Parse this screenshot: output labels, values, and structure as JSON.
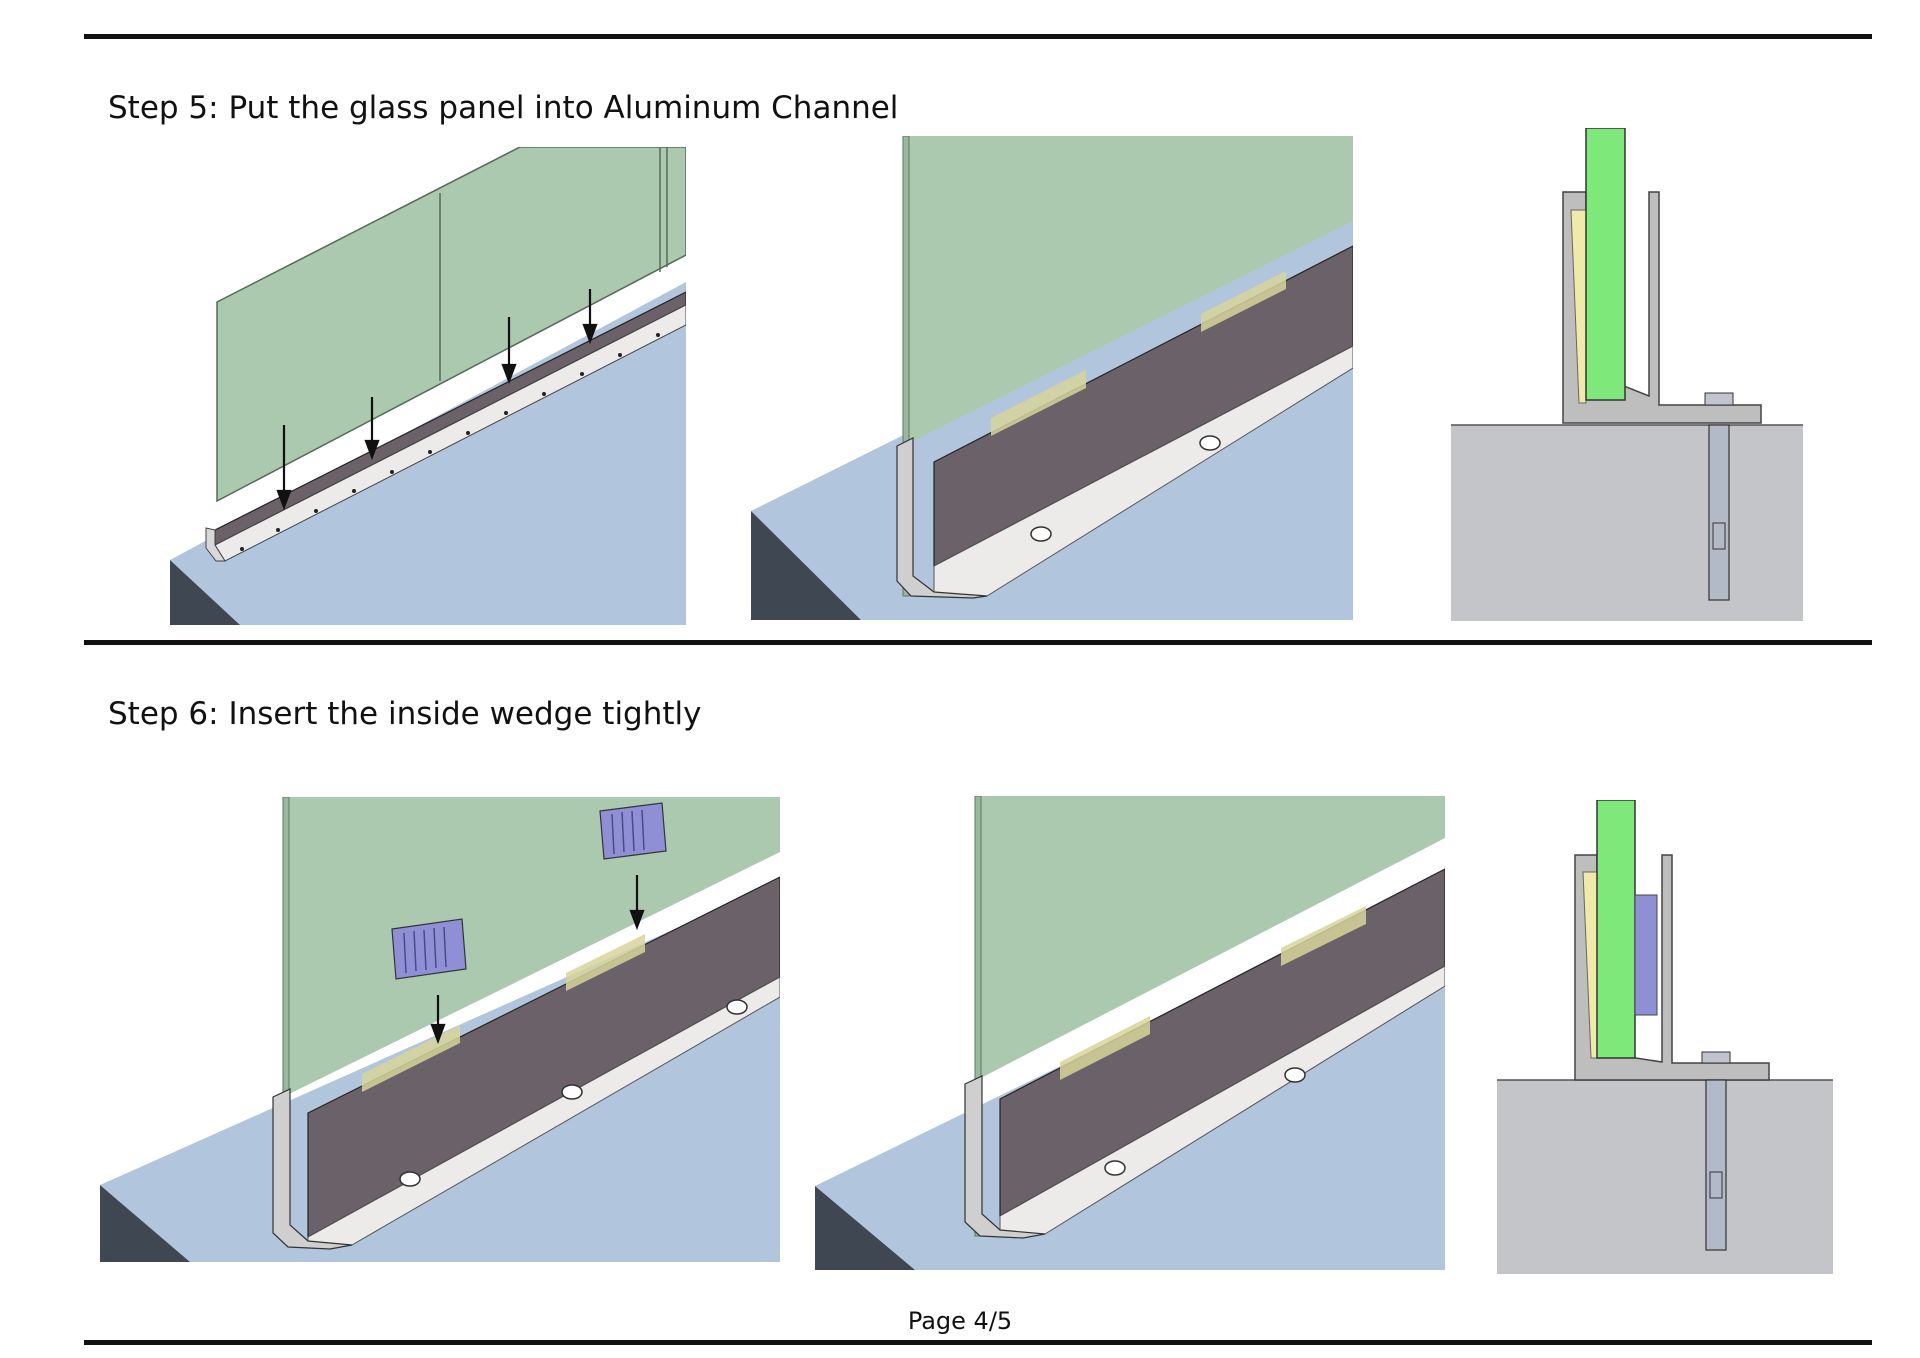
{
  "steps": [
    {
      "title": "Step 5: Put the glass panel into Aluminum Channel"
    },
    {
      "title": "Step 6: Insert the inside wedge tightly"
    }
  ],
  "footer": {
    "page_label": "Page 4/5"
  },
  "colors": {
    "glass": "#abc9ae",
    "glass_bright": "#7fe87a",
    "floor": "#b1c6dc",
    "floor_side": "#3f4852",
    "channel_face": "#6b6269",
    "channel_metal": "#ecebea",
    "gasket": "#d7d59b",
    "wedge": "#8f8fd6",
    "concrete": "#c3c5c9",
    "anchor": "#b3bac7",
    "rule": "#111111"
  },
  "icons": [
    "arrow-down-icon",
    "anchor-bolt-icon",
    "wedge-icon"
  ]
}
